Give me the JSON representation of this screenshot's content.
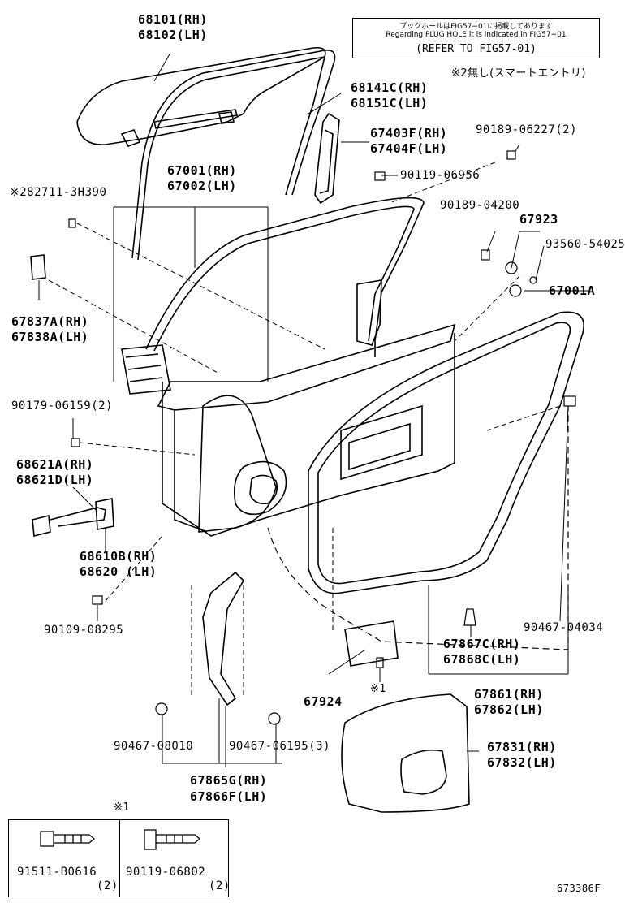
{
  "note_box": {
    "line1": "ブックホールはFIG57−01に掲載してあります",
    "line2": "Regarding PLUG HOLE,it is indicated in FIG57−01",
    "line3": "(REFER TO FIG57-01)"
  },
  "note_smart_entry": "※2無し(スマートエントリ)",
  "parts": {
    "p68101": "68101(RH)",
    "p68102": "68102(LH)",
    "p68141c": "68141C(RH)",
    "p68151c": "68151C(LH)",
    "p67403f": "67403F(RH)",
    "p67404f": "67404F(LH)",
    "p90189_06227": "90189-06227(2)",
    "p90119_06956": "90119-06956",
    "p67001": "67001(RH)",
    "p67002": "67002(LH)",
    "p82711": "※282711-3H390",
    "p90189_04200": "90189-04200",
    "p67923": "67923",
    "p93560": "93560-54025",
    "p67001a": "67001A",
    "p67837a": "67837A(RH)",
    "p67838a": "67838A(LH)",
    "p90179": "90179-06159(2)",
    "p68621a": "68621A(RH)",
    "p68621d": "68621D(LH)",
    "p68610b": "68610B(RH)",
    "p68620": "68620 (LH)",
    "p90109": "90109-08295",
    "p90467_04034": "90467-04034",
    "p67867c": "67867C(RH)",
    "p67868c": "67868C(LH)",
    "p67924": "67924",
    "p_mark1_a": "※1",
    "p67861": "67861(RH)",
    "p67862": "67862(LH)",
    "p90467_08010": "90467-08010",
    "p90467_06195": "90467-06195(3)",
    "p67831": "67831(RH)",
    "p67832": "67832(LH)",
    "p67865g": "67865G(RH)",
    "p67866f": "67866F(LH)"
  },
  "bolt_box": {
    "mark": "※1",
    "left_part": "91511-B0616",
    "left_qty": "(2)",
    "right_part": "90119-06802",
    "right_qty": "(2)"
  },
  "figure_code": "673386F"
}
